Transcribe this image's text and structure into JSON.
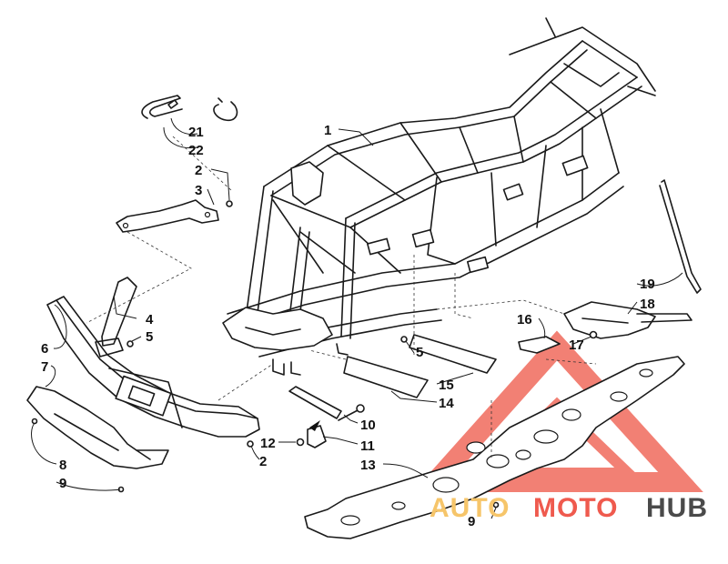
{
  "callouts": [
    {
      "id": "1",
      "label": "1"
    },
    {
      "id": "2a",
      "label": "2"
    },
    {
      "id": "2b",
      "label": "2"
    },
    {
      "id": "3",
      "label": "3"
    },
    {
      "id": "4",
      "label": "4"
    },
    {
      "id": "5a",
      "label": "5"
    },
    {
      "id": "5b",
      "label": "5"
    },
    {
      "id": "6",
      "label": "6"
    },
    {
      "id": "7",
      "label": "7"
    },
    {
      "id": "8",
      "label": "8"
    },
    {
      "id": "9a",
      "label": "9"
    },
    {
      "id": "9b",
      "label": "9"
    },
    {
      "id": "10",
      "label": "10"
    },
    {
      "id": "11",
      "label": "11"
    },
    {
      "id": "12",
      "label": "12"
    },
    {
      "id": "13",
      "label": "13"
    },
    {
      "id": "14",
      "label": "14"
    },
    {
      "id": "15",
      "label": "15"
    },
    {
      "id": "16",
      "label": "16"
    },
    {
      "id": "17",
      "label": "17"
    },
    {
      "id": "18",
      "label": "18"
    },
    {
      "id": "19",
      "label": "19"
    },
    {
      "id": "21",
      "label": "21"
    },
    {
      "id": "22",
      "label": "22"
    }
  ],
  "watermark": {
    "part1": "AUTO",
    "part2": "MOTO",
    "part3": "HUB",
    "color_part1": "#f6c56a",
    "color_part2": "#ef5a4e",
    "color_part3": "#4a4a4a",
    "triangle_color": "#f06a5c"
  }
}
